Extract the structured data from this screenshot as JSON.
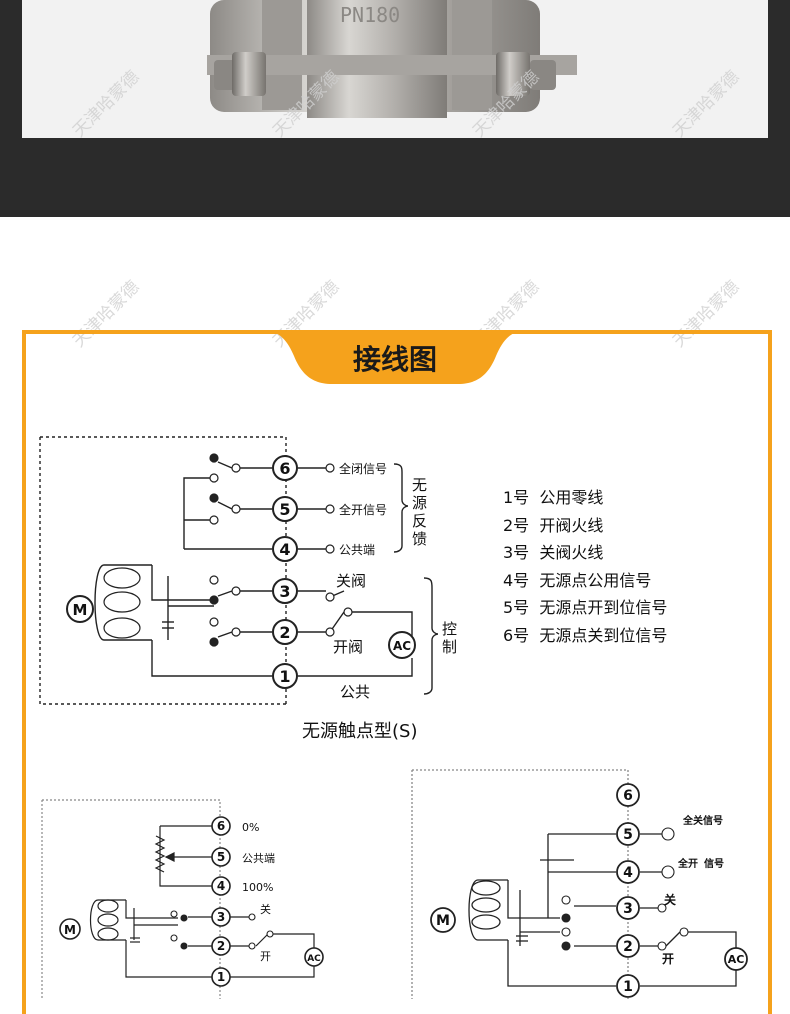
{
  "colors": {
    "dark_band": "#2b2b2b",
    "accent": "#f5a21c",
    "title_bg": "#f5a21c",
    "line": "#222222",
    "valve_metal": "#bdbab6"
  },
  "photo": {
    "stamp_text": "PN180",
    "description_icon": "valve-photo"
  },
  "watermark": "天津哈蒙德",
  "title": "接线图",
  "diagram1": {
    "caption": "无源触点型(S)",
    "terminals": [
      "6",
      "5",
      "4",
      "3",
      "2",
      "1"
    ],
    "motor": "M",
    "ac": "AC",
    "labels": {
      "t6": "全闭信号",
      "t5": "全开信号",
      "t4": "公共端",
      "t3": "关阀",
      "t2": "开阀",
      "t1": "公共",
      "feedback": [
        "无",
        "源",
        "反",
        "馈"
      ],
      "control": [
        "控",
        "制"
      ]
    }
  },
  "legend": [
    {
      "num": "1号",
      "text": "公用零线"
    },
    {
      "num": "2号",
      "text": "开阀火线"
    },
    {
      "num": "3号",
      "text": "关阀火线"
    },
    {
      "num": "4号",
      "text": "无源点公用信号"
    },
    {
      "num": "5号",
      "text": "无源点开到位信号"
    },
    {
      "num": "6号",
      "text": "无源点关到位信号"
    }
  ],
  "diagram2": {
    "terminals": [
      "6",
      "5",
      "4",
      "3",
      "2",
      "1"
    ],
    "motor": "M",
    "ac": "AC",
    "labels": {
      "t6": "0%",
      "t5": "公共端",
      "t4": "100%",
      "t3": "关",
      "t2": "开"
    }
  },
  "diagram3": {
    "terminals": [
      "6",
      "5",
      "4",
      "3",
      "2",
      "1"
    ],
    "motor": "M",
    "ac": "AC",
    "labels": {
      "t5": "全关信号",
      "t4a": "全开",
      "t4b": "信号",
      "t3": "关",
      "t2": "开"
    }
  }
}
